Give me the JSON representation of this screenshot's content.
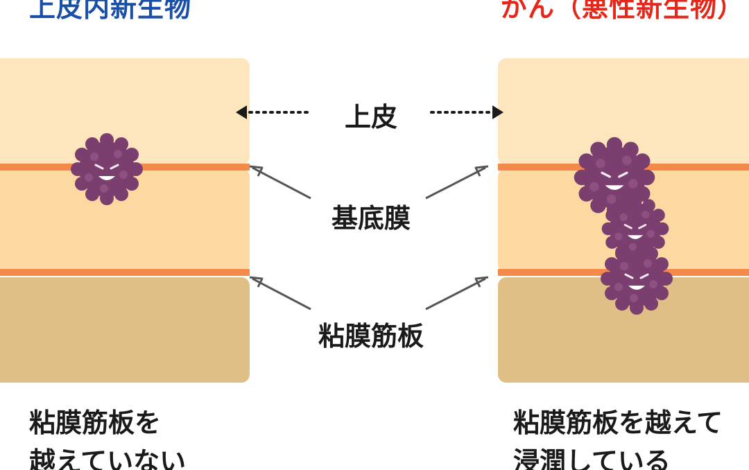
{
  "titles": {
    "left": "上皮内新生物",
    "right": "がん（悪性新生物）",
    "left_color": "#1a4fa8",
    "right_color": "#e4271b"
  },
  "labels": {
    "epithelium": "上皮",
    "basement_membrane": "基底膜",
    "muscularis_mucosae": "粘膜筋板"
  },
  "captions": {
    "left_line1": "粘膜筋板を",
    "left_line2": "越えていない",
    "right_line1": "粘膜筋板を越えて",
    "right_line2": "浸潤している"
  },
  "colors": {
    "epithelium": "#fde5bd",
    "mucosa": "#fcd9a0",
    "membrane_line": "#f5894a",
    "muscularis": "#dfbf86",
    "cell": "#7a3f6e",
    "arrow": "#555555"
  },
  "icons": [
    "cancer-cell-icon",
    "double-arrow-icon",
    "arrow-icon"
  ]
}
